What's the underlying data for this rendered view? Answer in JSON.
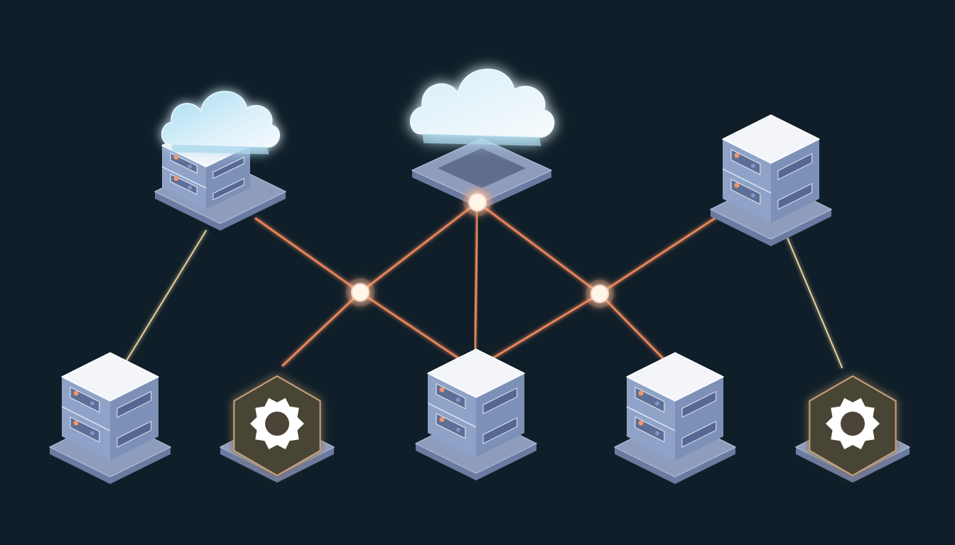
{
  "colors": {
    "background": "#0f1e28",
    "link_primary": "#f08a5d",
    "link_secondary": "#f3d9a3",
    "junction": "#fff6ea",
    "server_top": "#f3f5fb",
    "server_body": "#8fa3c8",
    "server_panel": "#6f83ab",
    "server_led_a": "#f0956b",
    "server_led_b": "#7f96c9",
    "platform": "#8e9dbd",
    "platform_edge": "#6b7aa0",
    "cloud_fill": "#d9eef8",
    "cloud_shade": "#a9d8ec",
    "hex_fill": "#4a4536",
    "hex_stroke": "#c9a27a",
    "gear": "#ffffff",
    "glow": "#ffd9c2"
  },
  "nodes": [
    {
      "id": "cloud-server-left",
      "type": "cloud-server",
      "icon": "cloud-icon"
    },
    {
      "id": "cloud-gateway-top",
      "type": "cloud-platform",
      "icon": "cloud-icon"
    },
    {
      "id": "server-top-right",
      "type": "server",
      "icon": "server-icon"
    },
    {
      "id": "server-bottom-left",
      "type": "server",
      "icon": "server-icon"
    },
    {
      "id": "processor-bottom-left",
      "type": "hex-gear",
      "icon": "gear-icon"
    },
    {
      "id": "server-bottom-center",
      "type": "server",
      "icon": "server-icon"
    },
    {
      "id": "server-bottom-right",
      "type": "server",
      "icon": "server-icon"
    },
    {
      "id": "processor-bottom-right",
      "type": "hex-gear",
      "icon": "gear-icon"
    }
  ],
  "links": [
    {
      "from": "cloud-gateway-top",
      "to": "junction-left",
      "style": "primary"
    },
    {
      "from": "cloud-gateway-top",
      "to": "junction-right",
      "style": "primary"
    },
    {
      "from": "cloud-gateway-top",
      "to": "server-bottom-center",
      "style": "primary"
    },
    {
      "from": "cloud-server-left",
      "to": "junction-left",
      "style": "primary"
    },
    {
      "from": "junction-left",
      "to": "server-bottom-center",
      "style": "primary"
    },
    {
      "from": "junction-left",
      "to": "processor-bottom-left",
      "style": "primary"
    },
    {
      "from": "server-top-right",
      "to": "junction-right",
      "style": "primary"
    },
    {
      "from": "junction-right",
      "to": "server-bottom-center",
      "style": "primary"
    },
    {
      "from": "junction-right",
      "to": "server-bottom-right",
      "style": "primary"
    },
    {
      "from": "cloud-server-left",
      "to": "server-bottom-left",
      "style": "secondary"
    },
    {
      "from": "server-top-right",
      "to": "processor-bottom-right",
      "style": "secondary"
    },
    {
      "from": "server-bottom-left",
      "to": "processor-bottom-left",
      "style": "primary"
    },
    {
      "from": "processor-bottom-left",
      "to": "server-bottom-center",
      "style": "primary"
    },
    {
      "from": "server-bottom-center",
      "to": "server-bottom-right",
      "style": "primary"
    },
    {
      "from": "server-bottom-right",
      "to": "processor-bottom-right",
      "style": "primary"
    }
  ],
  "junctions": [
    {
      "id": "junction-top"
    },
    {
      "id": "junction-left"
    },
    {
      "id": "junction-right"
    }
  ]
}
